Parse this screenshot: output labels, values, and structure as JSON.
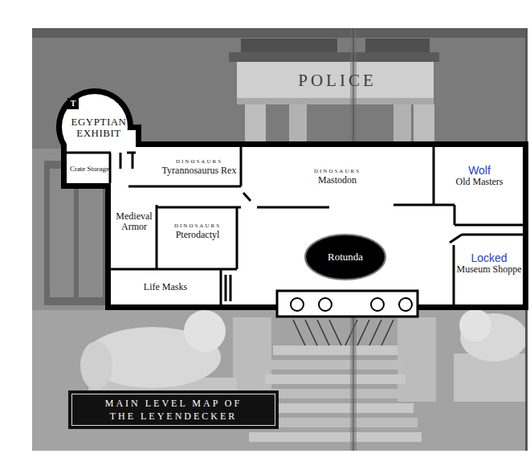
{
  "diagram": {
    "title": "MAIN LEVEL MAP OF THE LEYENDECKER",
    "nodes": [
      {
        "text": [
          "EGYPTIAN EXHIBIT"
        ]
      },
      {
        "text": [
          "Crate Storage"
        ]
      },
      {
        "text": [
          "DINOSAURS",
          "Tyrannosaurus Rex"
        ]
      },
      {
        "text": [
          "DINOSAURS",
          "Mastodon"
        ]
      },
      {
        "text": [
          "Wolf",
          "Old Masters"
        ]
      },
      {
        "text": [
          "Medieval Armor"
        ]
      },
      {
        "text": [
          "DINOSAURS",
          "Pterodactyl"
        ]
      },
      {
        "text": [
          "Rotunda"
        ]
      },
      {
        "text": [
          "Locked",
          "Museum Shoppe"
        ]
      },
      {
        "text": [
          "Life Masks"
        ]
      }
    ],
    "labels": [
      "T",
      "POLICE"
    ]
  }
}
